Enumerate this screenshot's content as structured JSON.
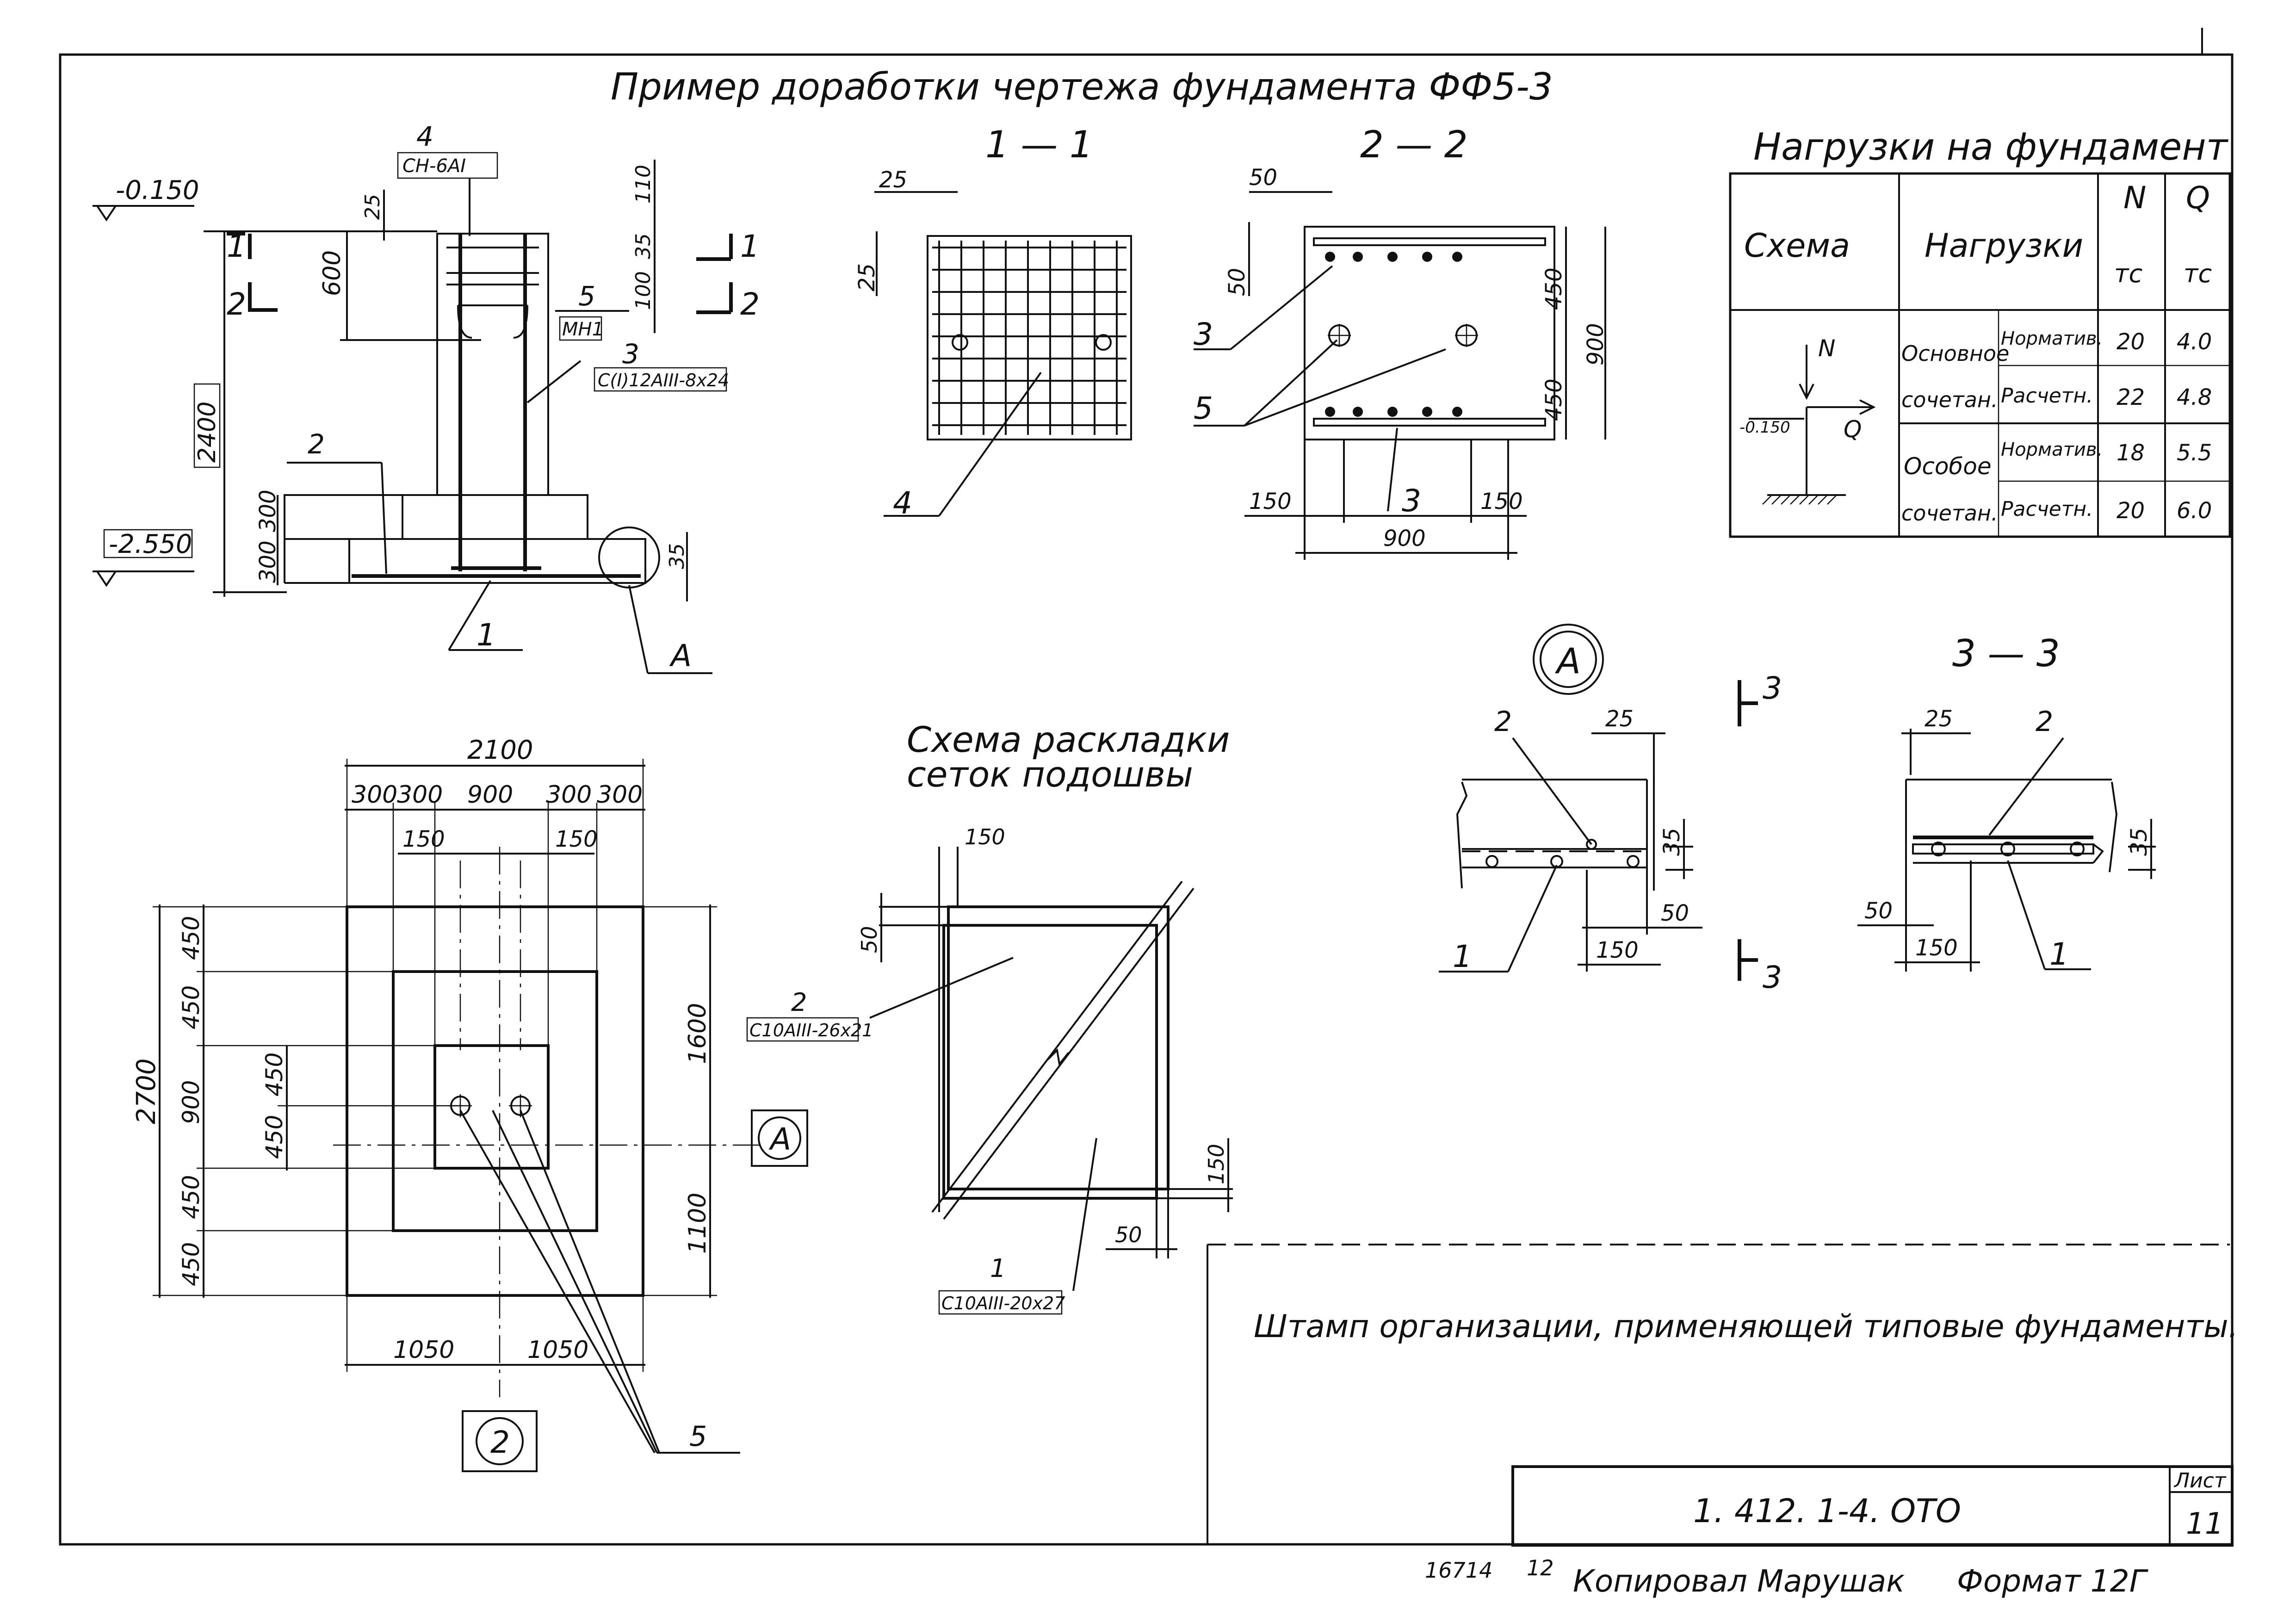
{
  "title": "Пример доработки чертежа фундамента ФФ5-3",
  "elevation_view": {
    "level_top": "-0.150",
    "level_bottom": "-2.550",
    "height_total": "2400",
    "dim_600": "600",
    "dim_300_a": "300",
    "dim_300_b": "300",
    "dim_25": "25",
    "dim_110": "110",
    "dim_35": "35",
    "dim_100": "100",
    "dim_35_bottom": "35",
    "mark_4": "4",
    "mark_4_label": "СН-6АI",
    "mark_5": "5",
    "mark_5_label": "МН1",
    "mark_3": "3",
    "mark_3_label": "С(I)12АIII-8х24",
    "mark_2": "2",
    "mark_1": "1",
    "node_label": "А",
    "section_1": "1",
    "section_1b": "1",
    "section_2": "2",
    "section_2b": "2"
  },
  "section_11": {
    "title": "1 — 1",
    "dim_25_top": "25",
    "dim_25_side": "25",
    "mark_4": "4"
  },
  "section_22": {
    "title": "2 — 2",
    "dim_50_top": "50",
    "dim_50_side": "50",
    "dim_450_a": "450",
    "dim_450_b": "450",
    "dim_900_side": "900",
    "dim_150_l": "150",
    "dim_150_r": "150",
    "dim_900_bottom": "900",
    "mark_3": "3",
    "mark_5": "5",
    "mark_3_bottom": "3"
  },
  "loads_table": {
    "title": "Нагрузки на фундамент",
    "col_scheme": "Схема",
    "col_loads": "Нагрузки",
    "col_n": "N",
    "col_q": "Q",
    "unit_n": "тс",
    "unit_q": "тс",
    "scheme_n": "N",
    "scheme_q": "Q",
    "scheme_level": "-0.150",
    "rows": [
      {
        "combo": "Основное",
        "type": "Норматив.",
        "n": "20",
        "q": "4.0"
      },
      {
        "combo": "сочетан.",
        "type": "Расчетн.",
        "n": "22",
        "q": "4.8"
      },
      {
        "combo": "Особое",
        "type": "Норматив.",
        "n": "18",
        "q": "5.5"
      },
      {
        "combo": "сочетан.",
        "type": "Расчетн.",
        "n": "20",
        "q": "6.0"
      }
    ]
  },
  "node_a": {
    "title": "А",
    "mark_2": "2",
    "dim_25": "25",
    "dim_35": "35",
    "dim_50": "50",
    "dim_150": "150",
    "mark_1": "1",
    "cut_3a": "3",
    "cut_3b": "3"
  },
  "section_33": {
    "title": "3 — 3",
    "dim_25": "25",
    "mark_2": "2",
    "dim_35": "35",
    "dim_50": "50",
    "dim_150": "150",
    "mark_1": "1"
  },
  "plan": {
    "dim_2100": "2100",
    "dim_300a": "300",
    "dim_300b": "300",
    "dim_900": "900",
    "dim_300c": "300",
    "dim_300d": "300",
    "dim_150a": "150",
    "dim_150b": "150",
    "dim_2700": "2700",
    "dim_450_1": "450",
    "dim_450_2": "450",
    "dim_900_v": "900",
    "dim_450_3": "450",
    "dim_450_4": "450",
    "dim_450_i1": "450",
    "dim_450_i2": "450",
    "dim_1600": "1600",
    "dim_1100": "1100",
    "dim_1050a": "1050",
    "dim_1050b": "1050",
    "axis_a": "А",
    "axis_2": "2",
    "mark_5": "5"
  },
  "mesh_scheme": {
    "title_line1": "Схема раскладки",
    "title_line2": "сеток подошвы",
    "dim_150_top": "150",
    "dim_50_left": "50",
    "dim_150_right": "150",
    "dim_50_bottom": "50",
    "mark_2": "2",
    "mark_2_label": "С10АIII-26х21",
    "mark_1": "1",
    "mark_1_label": "С10АIII-20х27"
  },
  "stamp_text": "Штамп организации, применяющей типовые фундаменты.",
  "title_block": {
    "code": "1. 412. 1-4. ОТО",
    "sheet_label": "Лист",
    "sheet_no": "11"
  },
  "footer": {
    "num": "16714",
    "num2": "12",
    "copied": "Копировал Марушак",
    "format": "Формат 12Г"
  }
}
